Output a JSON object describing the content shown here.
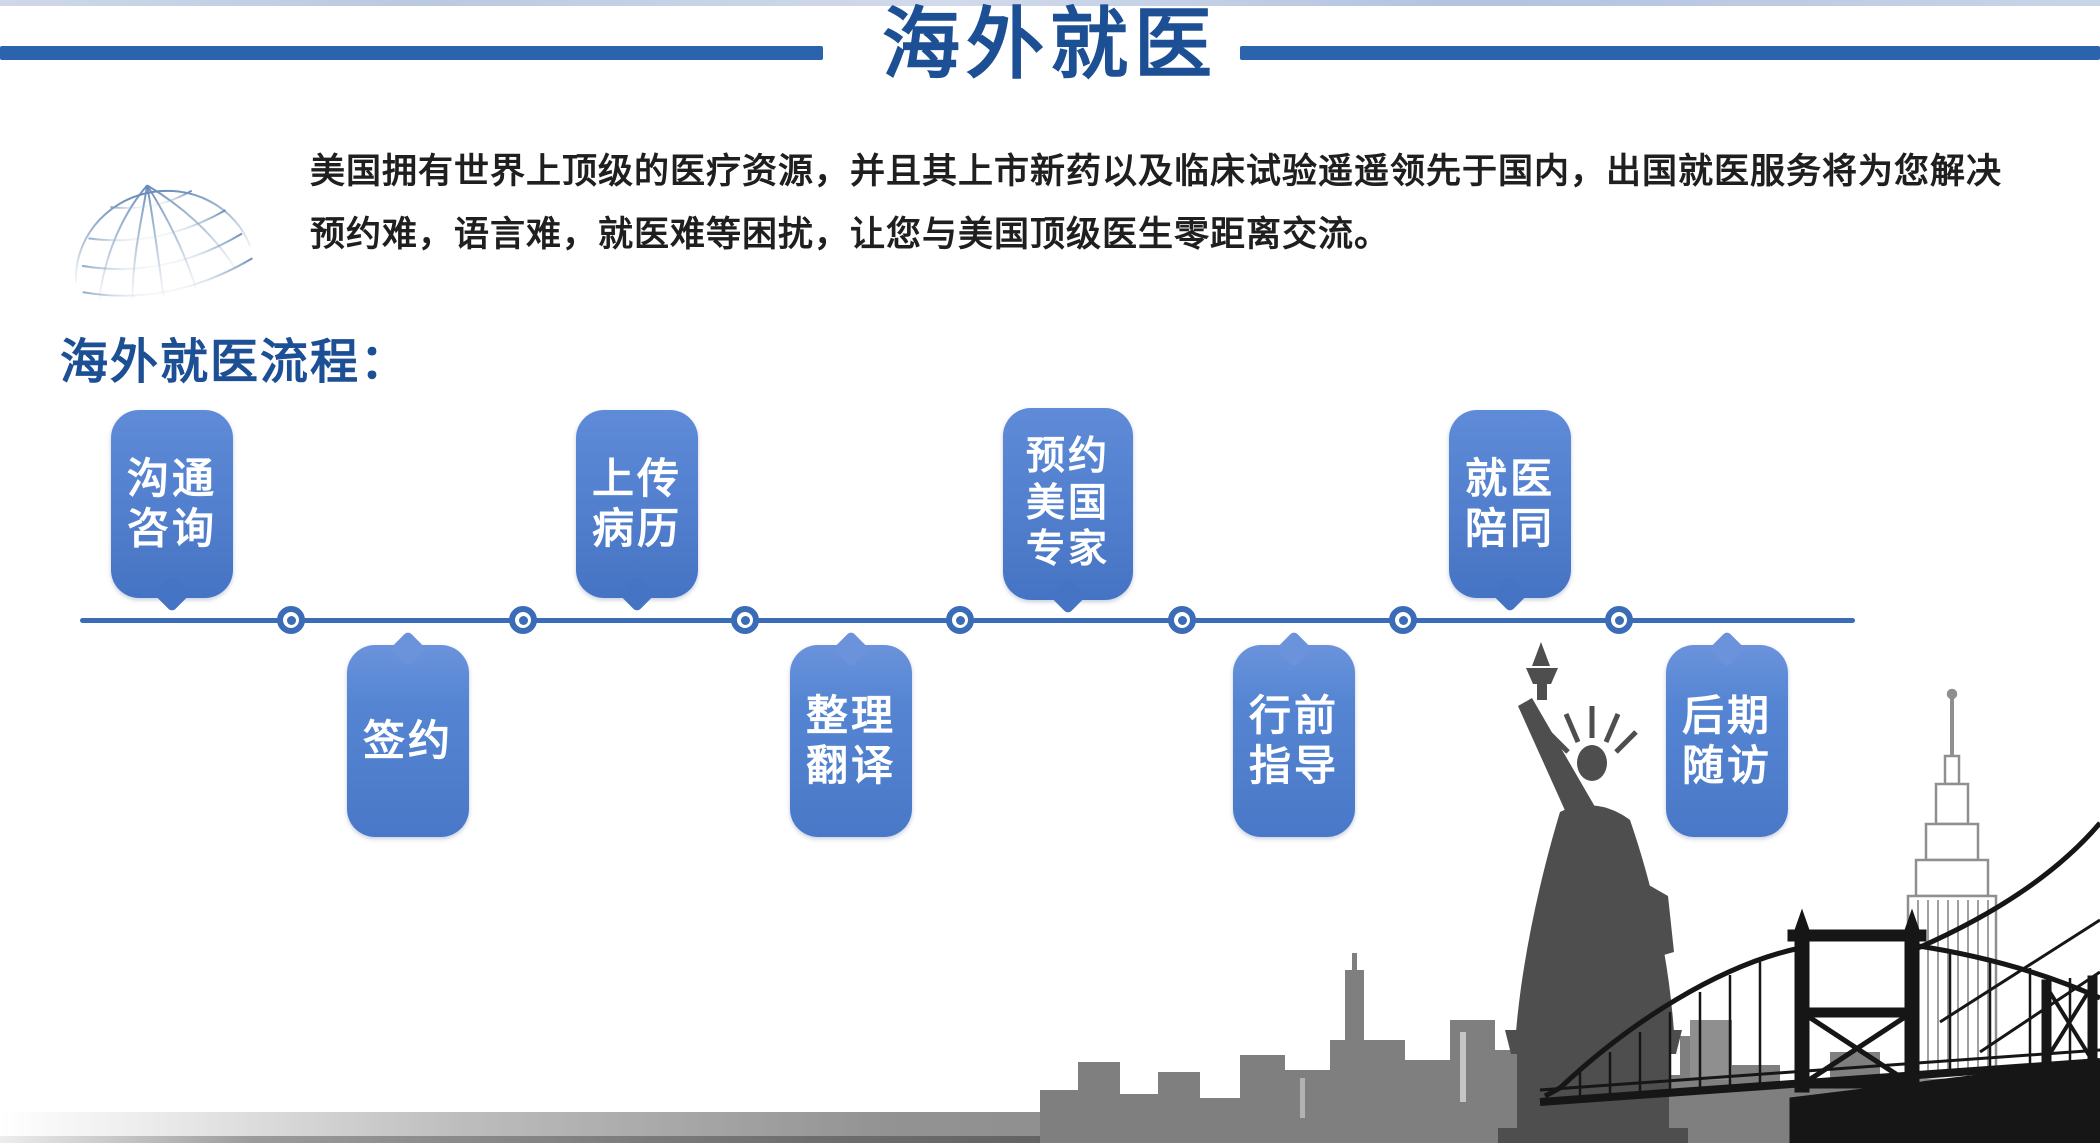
{
  "header": {
    "title": "海外就医"
  },
  "intro": {
    "text": "美国拥有世界上顶级的医疗资源，并且其上市新药以及临床试验遥遥领先于国内，出国就医服务将为您解决预约难，语言难，就医难等困扰，让您与美国顶级医生零距离交流。"
  },
  "process": {
    "heading": "海外就医流程：",
    "steps": [
      {
        "label": "沟通咨询",
        "lines": [
          "沟通",
          "咨询"
        ],
        "position": "above"
      },
      {
        "label": "签约",
        "lines": [
          "签约"
        ],
        "position": "below"
      },
      {
        "label": "上传病历",
        "lines": [
          "上传",
          "病历"
        ],
        "position": "above"
      },
      {
        "label": "整理翻译",
        "lines": [
          "整理",
          "翻译"
        ],
        "position": "below"
      },
      {
        "label": "预约美国专家",
        "lines": [
          "预约",
          "美国",
          "专家"
        ],
        "position": "above"
      },
      {
        "label": "行前指导",
        "lines": [
          "行前",
          "指导"
        ],
        "position": "below"
      },
      {
        "label": "就医陪同",
        "lines": [
          "就医",
          "陪同"
        ],
        "position": "above"
      },
      {
        "label": "后期随访",
        "lines": [
          "后期",
          "随访"
        ],
        "position": "below"
      }
    ]
  },
  "artwork": {
    "globe_icon": "wireframe-globe",
    "skyline": "new-york-skyline-silhouette",
    "landmarks": [
      "statue-of-liberty",
      "empire-state-building",
      "suspension-bridge"
    ]
  },
  "colors": {
    "title_blue": "#1c4f94",
    "divider_blue": "#2b63ae",
    "bubble_blue": "#4d7bc9",
    "bubble_blue_light": "#6b93dc",
    "timeline_blue": "#3a6cb8",
    "body_text": "#1f1f1f",
    "skyline_gray": "#7f7f7f",
    "statue_gray": "#4e4e4e",
    "bridge_black": "#161616"
  }
}
